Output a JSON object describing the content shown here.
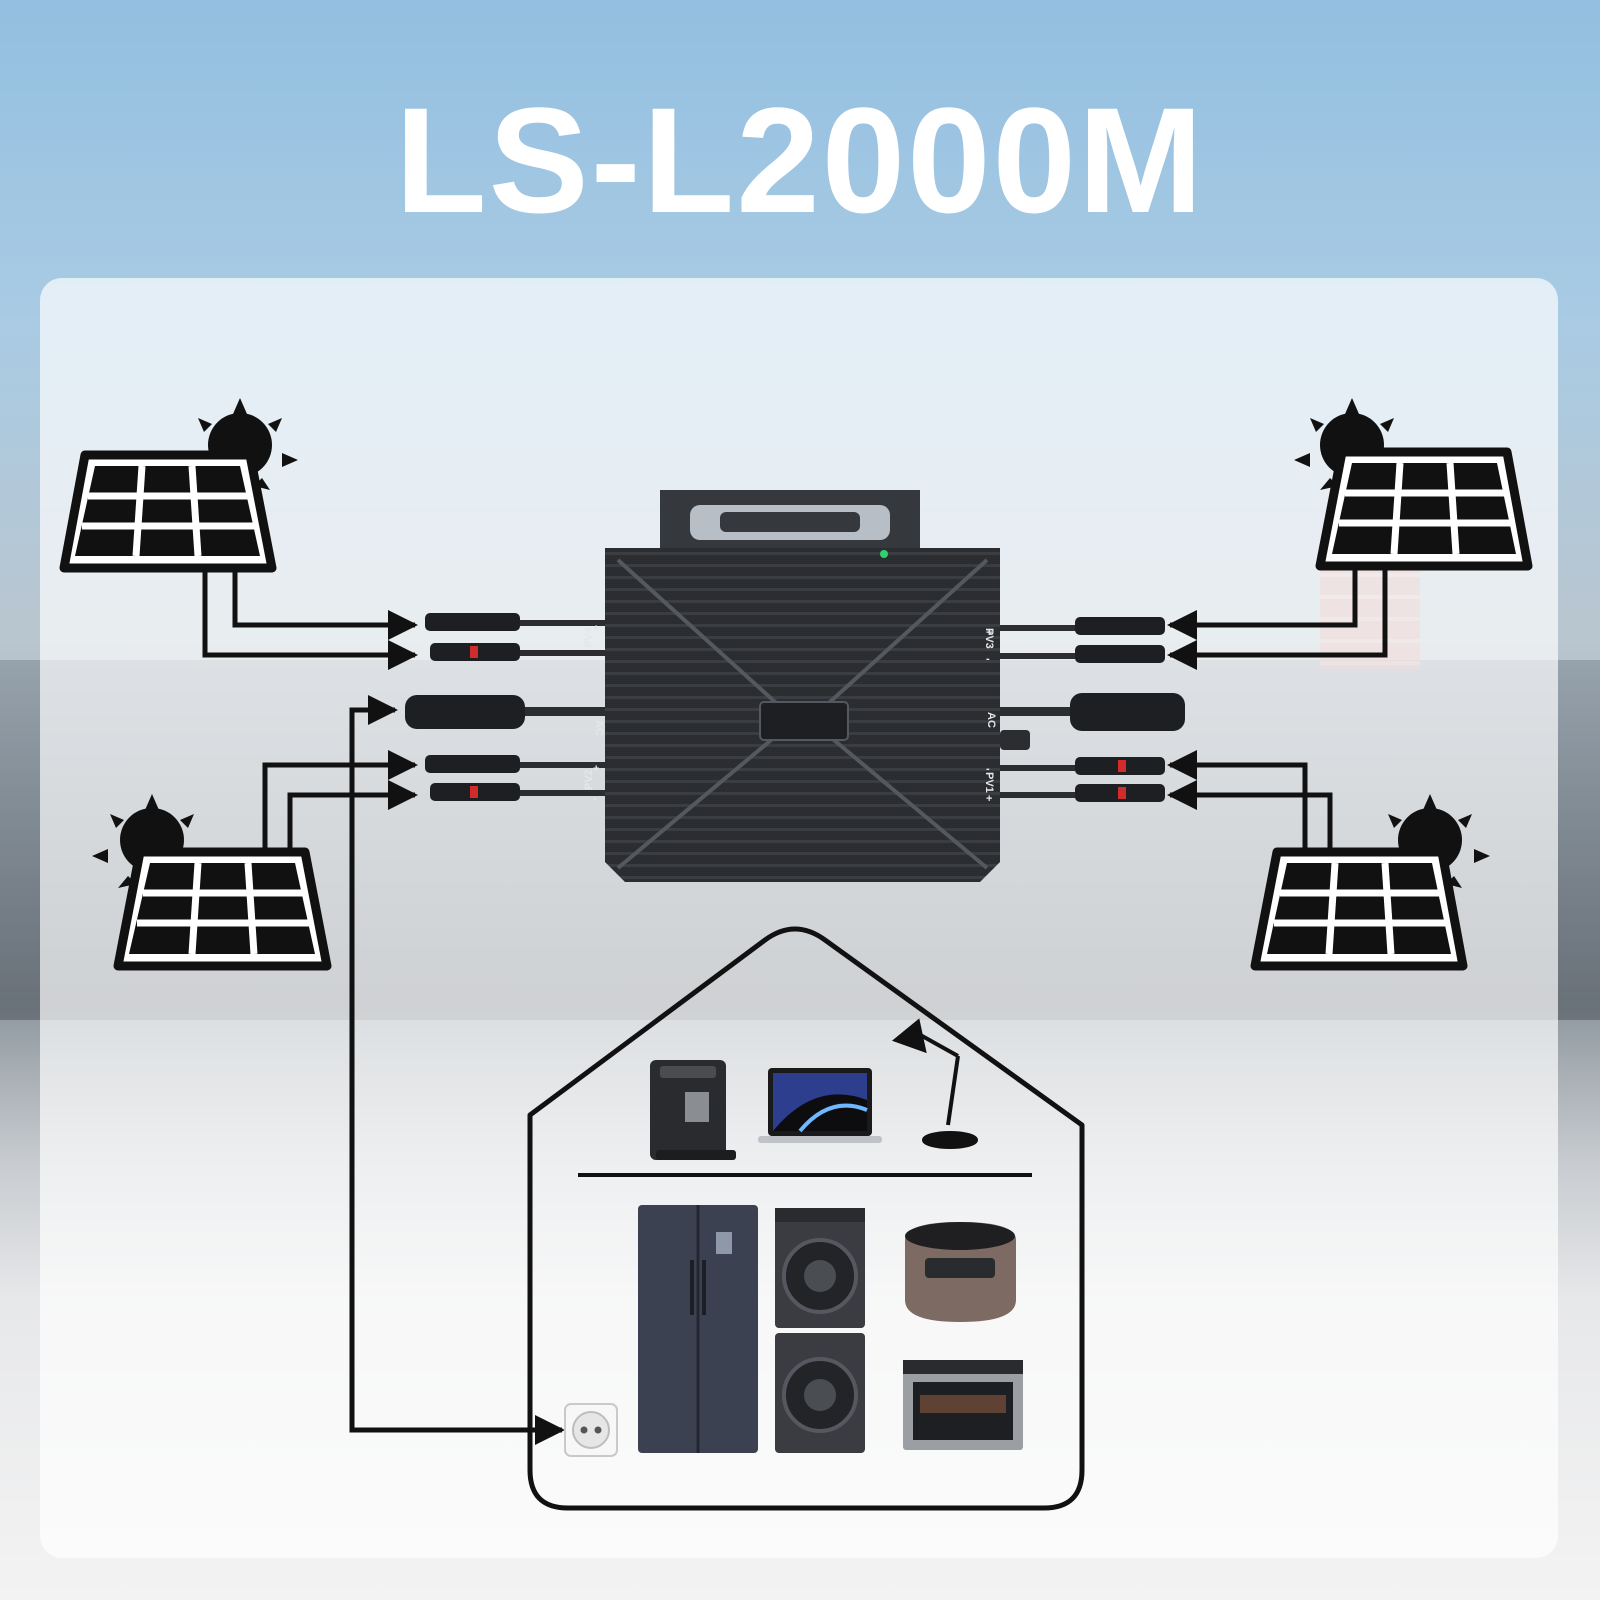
{
  "title": "LS-L2000M",
  "inverter": {
    "ports_left": [
      "PV4",
      "AC",
      "PV2"
    ],
    "ports_right": [
      "PV3",
      "AC",
      "PV1"
    ],
    "polarity_plus": "+",
    "polarity_minus": "-"
  },
  "colors": {
    "title": "#ffffff",
    "lines": "#111111",
    "inverter_body": "#2b2d31",
    "status_led": "#2fd36b"
  },
  "icons": [
    "solar-panel-icon",
    "sun-icon",
    "plug-connector-icon",
    "wall-socket-icon",
    "coffee-machine-icon",
    "laptop-icon",
    "desk-lamp-icon",
    "refrigerator-icon",
    "washing-machine-icon",
    "rice-cooker-icon",
    "oven-icon",
    "house-outline-icon"
  ]
}
